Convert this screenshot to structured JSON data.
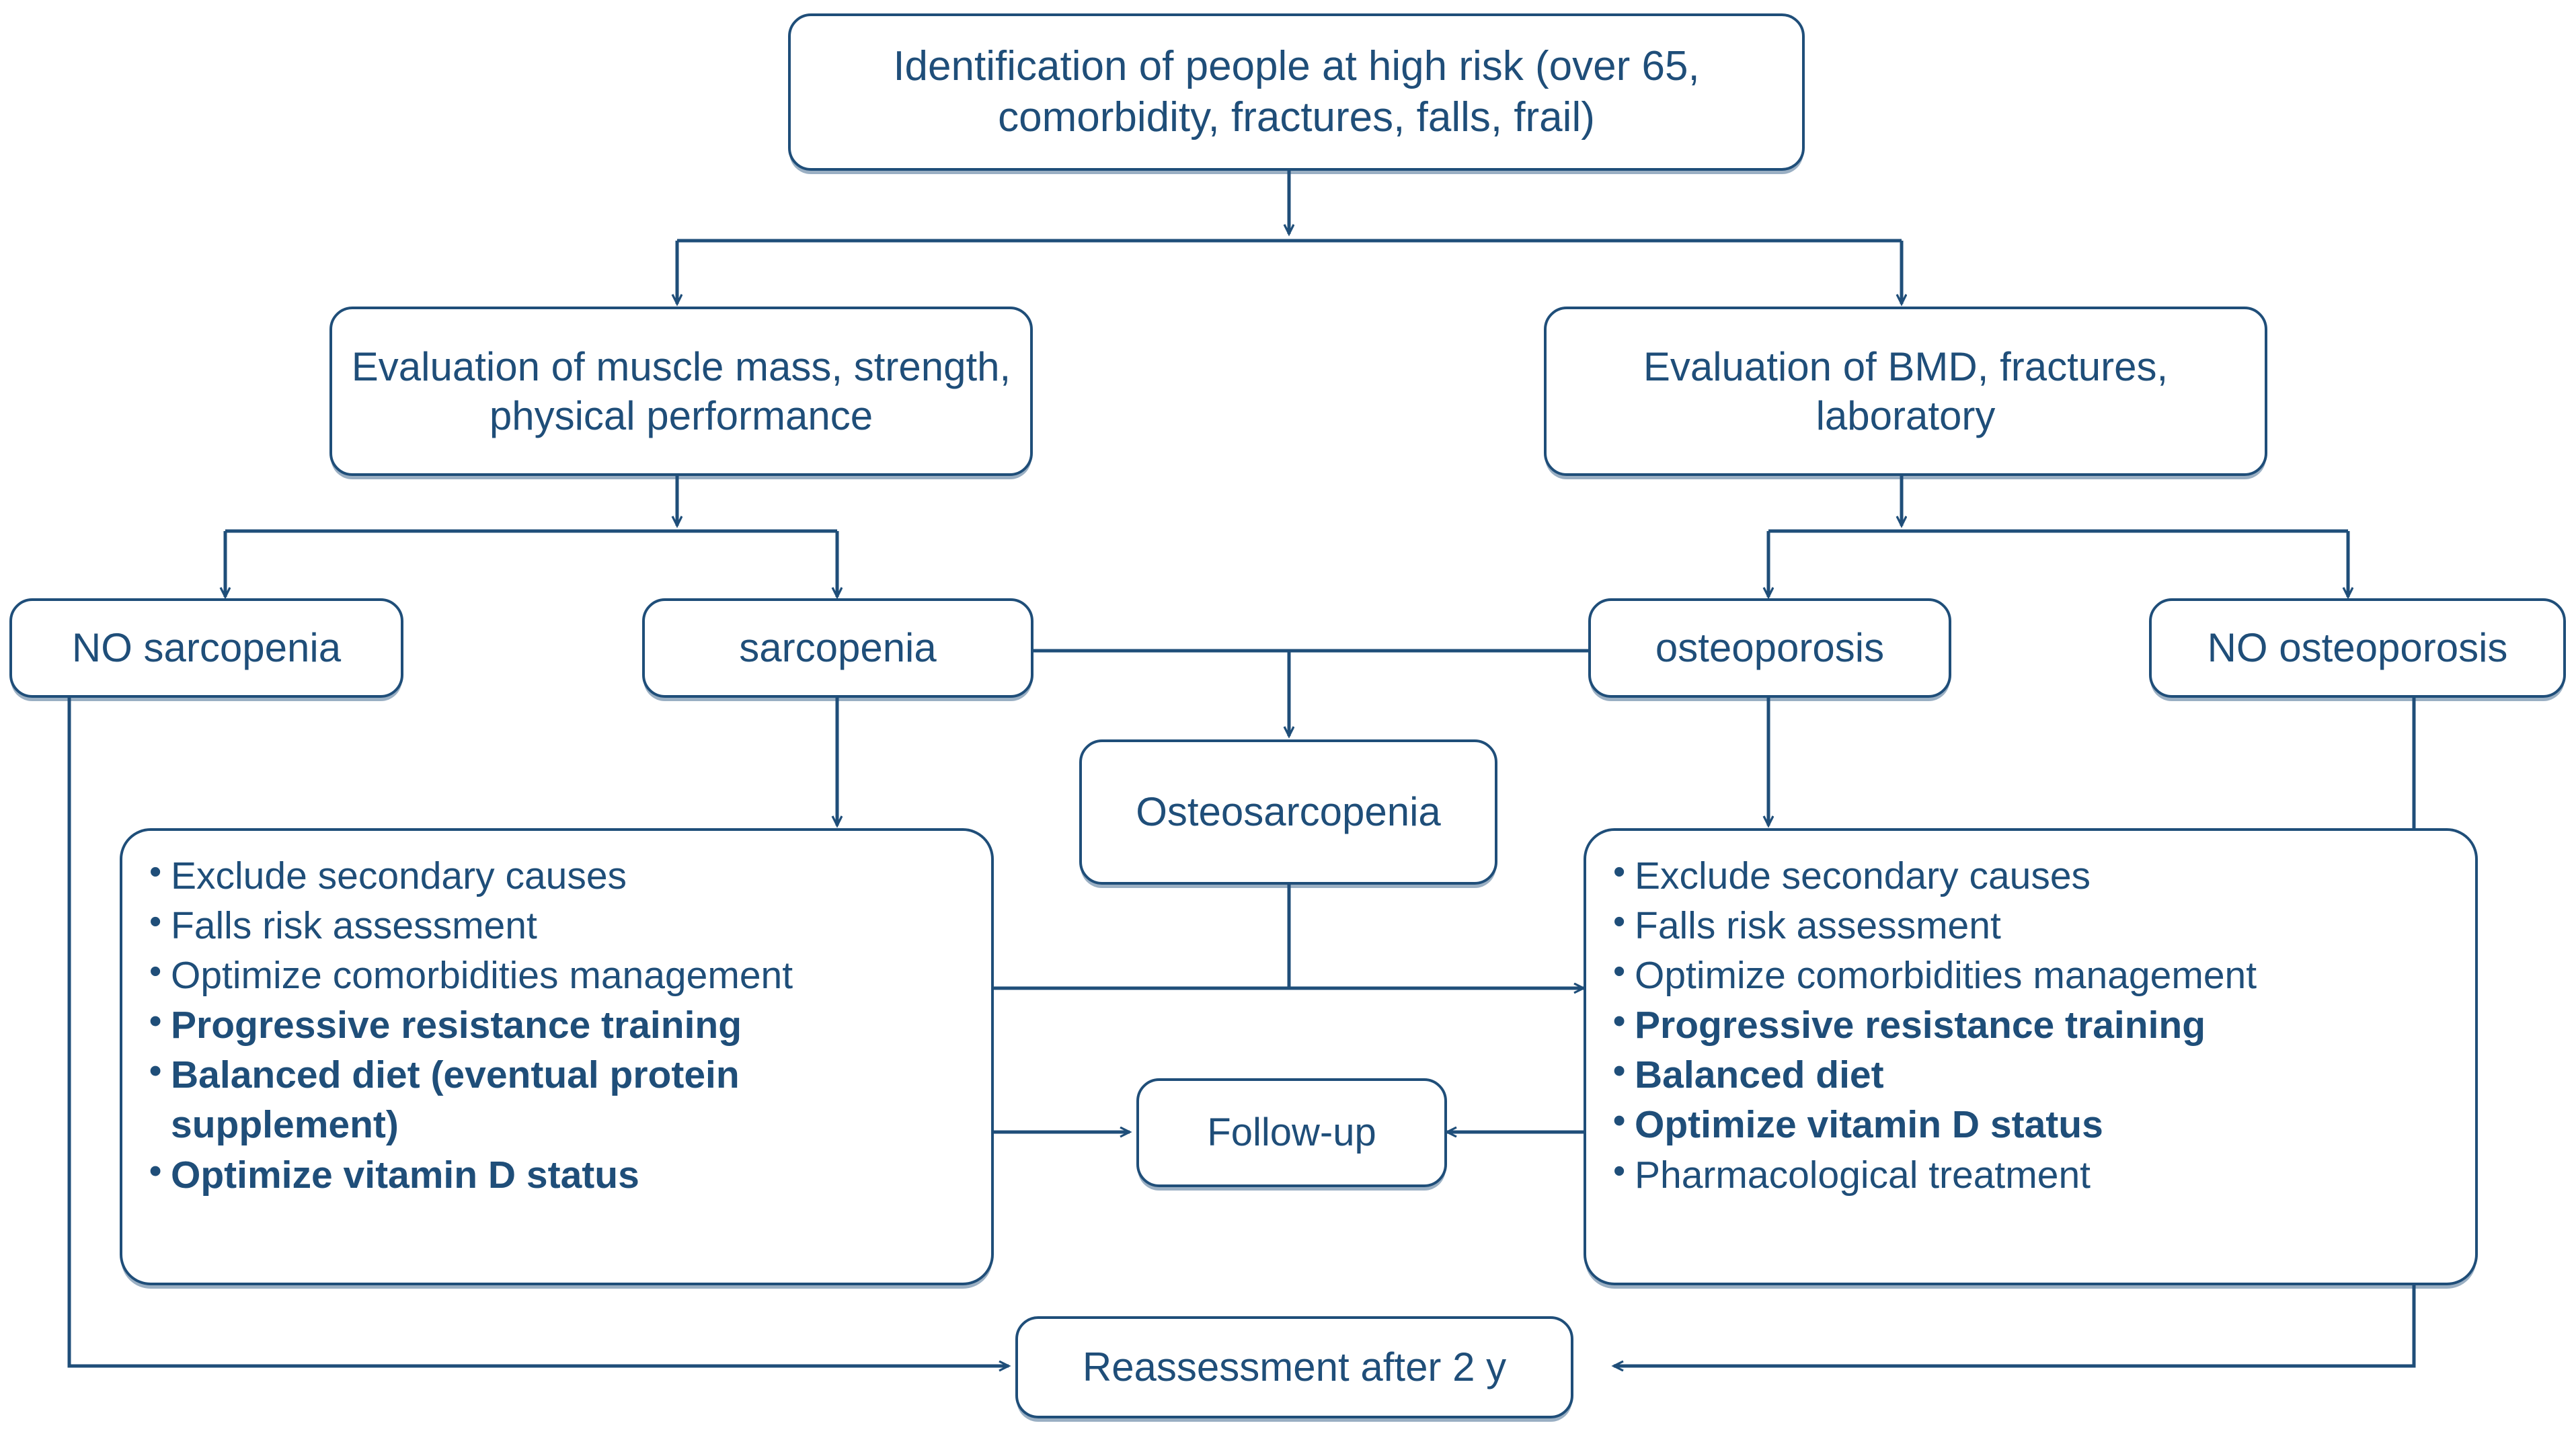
{
  "theme": {
    "line_color": "#1F4E79",
    "text_color": "#1F4E79",
    "background": "#FFFFFF"
  },
  "nodes": {
    "identification": "Identification of people at high risk (over 65, comorbidity, fractures, falls, frail)",
    "eval_muscle": "Evaluation of muscle mass, strength, physical performance",
    "eval_bmd": "Evaluation of BMD, fractures, laboratory",
    "no_sarcopenia": "NO sarcopenia",
    "sarcopenia": "sarcopenia",
    "osteoporosis": "osteoporosis",
    "no_osteoporosis": "NO osteoporosis",
    "osteosarcopenia": "Osteosarcopenia",
    "follow_up": "Follow-up",
    "reassessment": "Reassessment after 2 y"
  },
  "sarcopenia_plan": {
    "items": [
      {
        "text": "Exclude secondary causes",
        "bold": false
      },
      {
        "text": "Falls risk assessment",
        "bold": false
      },
      {
        "text": "Optimize comorbidities management",
        "bold": false
      },
      {
        "text": "Progressive resistance training",
        "bold": true
      },
      {
        "text": "Balanced diet (eventual protein supplement)",
        "bold": true
      },
      {
        "text": "Optimize vitamin D status",
        "bold": true
      }
    ]
  },
  "osteoporosis_plan": {
    "items": [
      {
        "text": "Exclude secondary causes",
        "bold": false
      },
      {
        "text": "Falls risk assessment",
        "bold": false
      },
      {
        "text": "Optimize comorbidities management",
        "bold": false
      },
      {
        "text": "Progressive resistance training",
        "bold": true
      },
      {
        "text": "Balanced diet",
        "bold": true
      },
      {
        "text": "Optimize vitamin D status",
        "bold": true
      },
      {
        "text": "Pharmacological treatment",
        "bold": false
      }
    ]
  }
}
